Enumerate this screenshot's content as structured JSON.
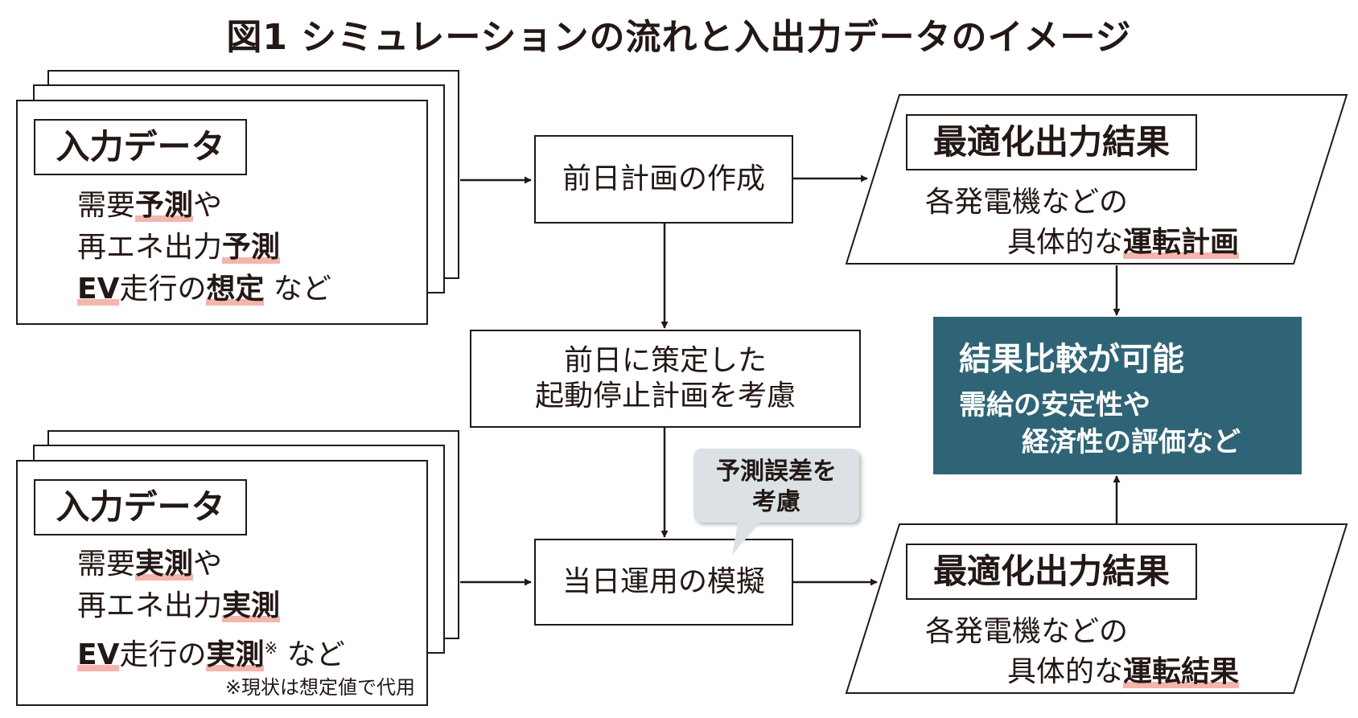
{
  "title": "図1 シミュレーションの流れと入出力データのイメージ",
  "input_forecast": {
    "tag": "入力データ",
    "line1": {
      "pre": "需要",
      "hl": "予測",
      "post": "や"
    },
    "line2": {
      "pre": "再エネ出力",
      "hl": "予測",
      "post": ""
    },
    "line3": {
      "hl1": "EV",
      "mid": "走行の",
      "hl2": "想定",
      "post": " など"
    }
  },
  "input_actual": {
    "tag": "入力データ",
    "line1": {
      "pre": "需要",
      "hl": "実測",
      "post": "や"
    },
    "line2": {
      "pre": "再エネ出力",
      "hl": "実測",
      "post": ""
    },
    "line3": {
      "hl1": "EV",
      "mid": "走行の",
      "hl2": "実測",
      "mark": "※",
      "post": " など"
    },
    "note": "※現状は想定値で代用"
  },
  "process": {
    "day_ahead": "前日計画の作成",
    "consider_line1": "前日に策定した",
    "consider_line2": "起動停止計画を考慮",
    "same_day": "当日運用の模擬"
  },
  "callout": {
    "line1": "予測誤差を",
    "line2": "考慮"
  },
  "output_plan": {
    "tag": "最適化出力結果",
    "line1": "各発電機などの",
    "line2_pre": "具体的な",
    "line2_hl": "運転計画"
  },
  "output_result": {
    "tag": "最適化出力結果",
    "line1": "各発電機などの",
    "line2_pre": "具体的な",
    "line2_hl": "運転結果"
  },
  "comparison": {
    "title": "結果比較が可能",
    "line1": "需給の安定性や",
    "line2": "経済性の評価など"
  },
  "colors": {
    "ink": "#231815",
    "highlight": "#f4b5ad",
    "panel": "#2f6476",
    "callout": "#dbe1e5"
  }
}
